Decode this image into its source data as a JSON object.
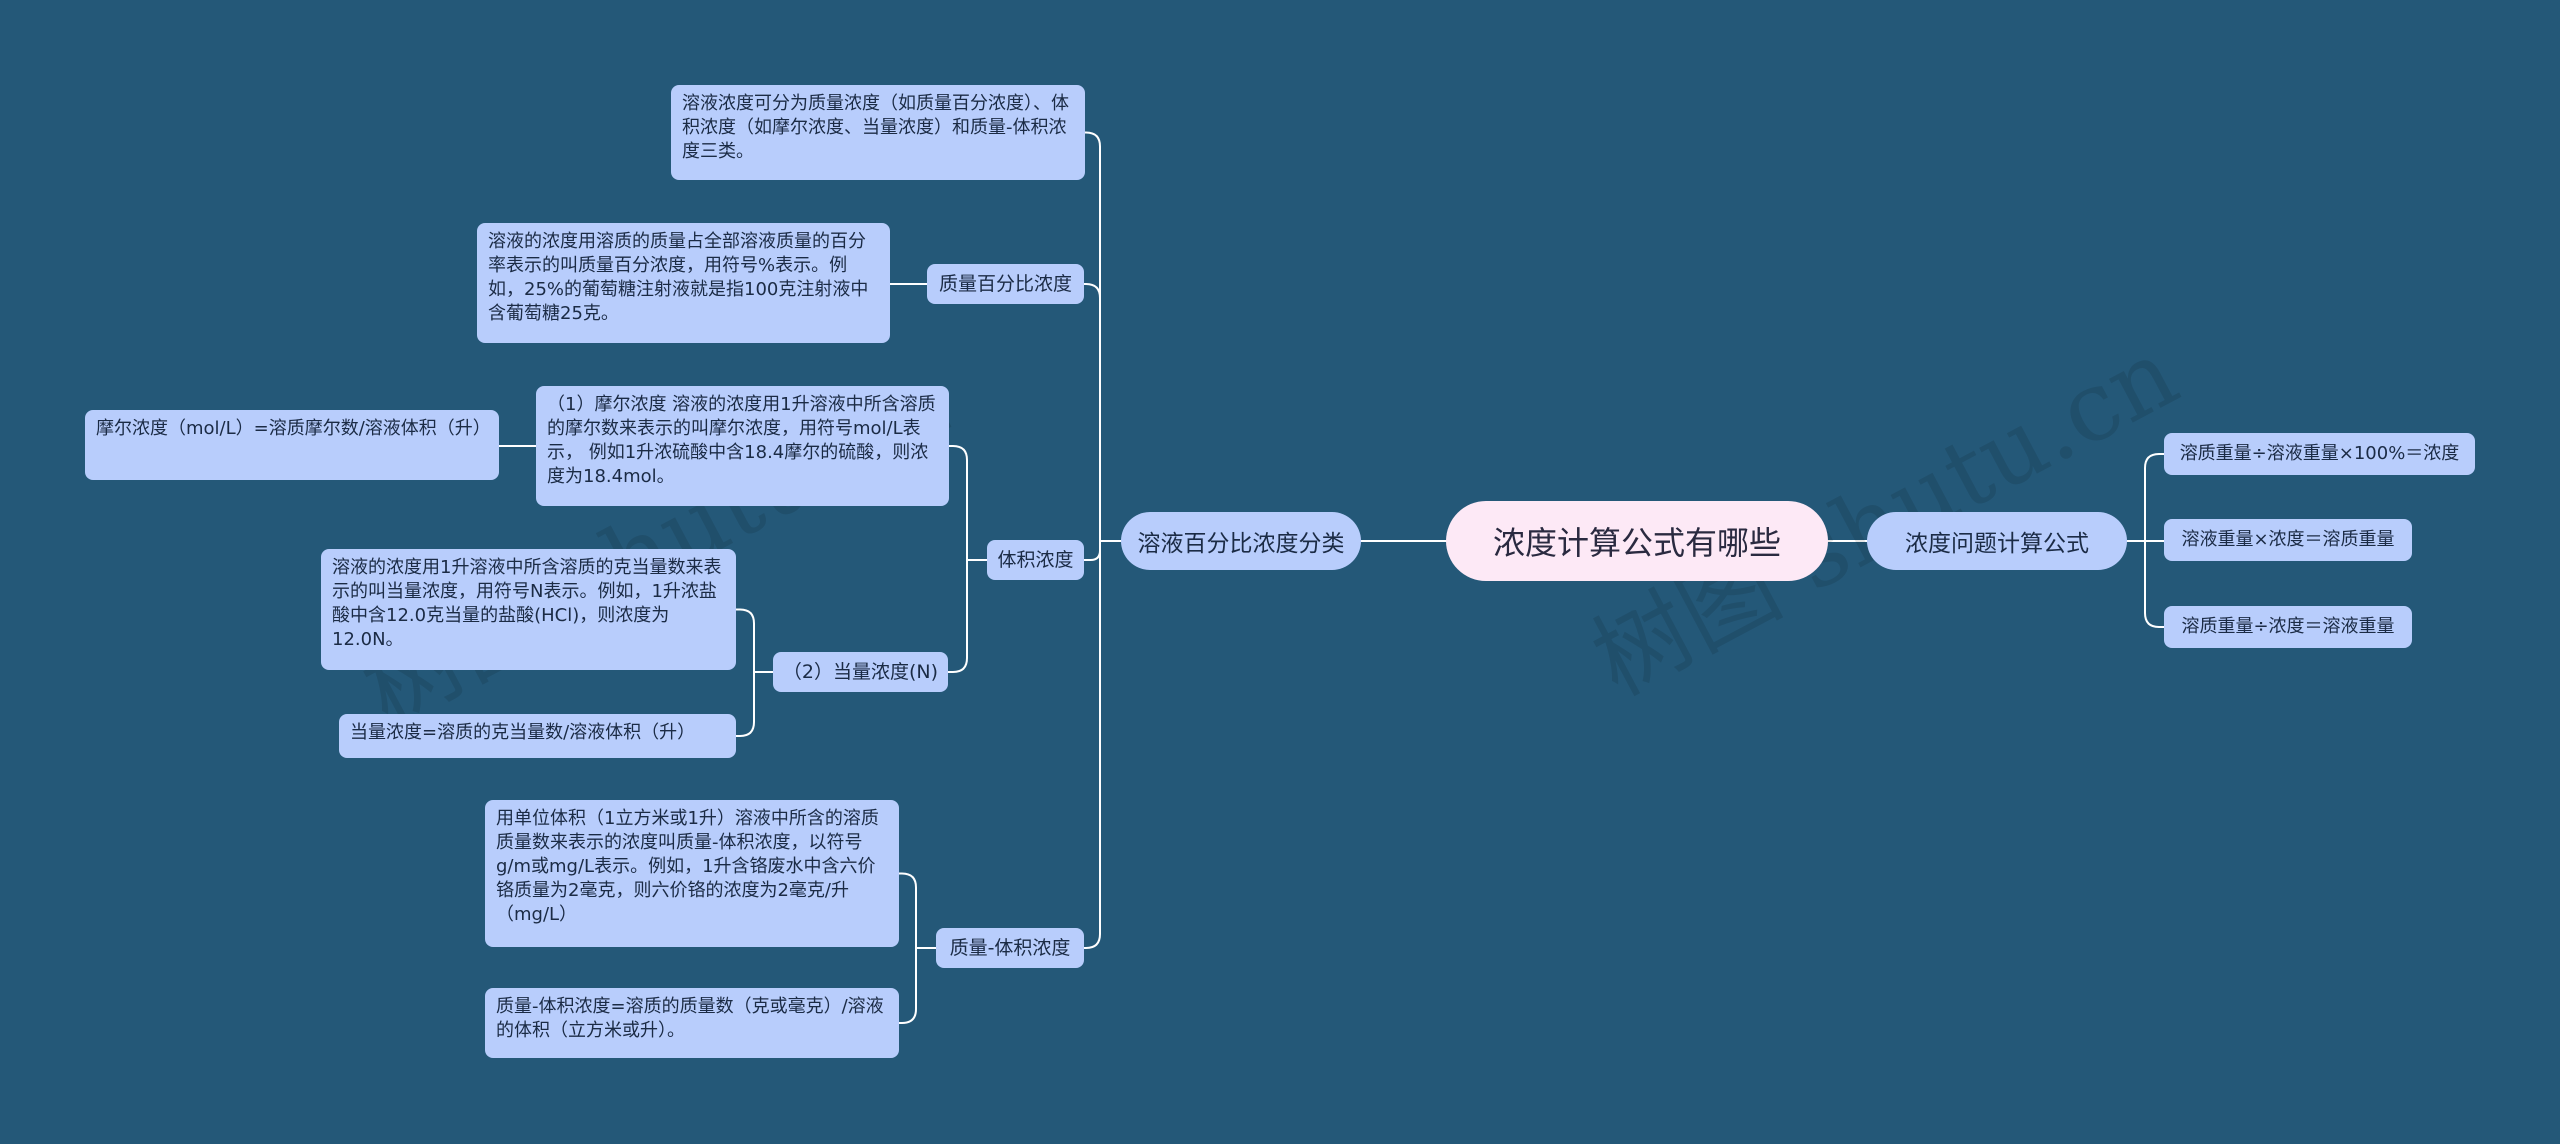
{
  "root": {
    "label": "浓度计算公式有哪些"
  },
  "left_branch": {
    "label": "溶液百分比浓度分类",
    "intro": "溶液浓度可分为质量浓度（如质量百分浓度）、体积浓度（如摩尔浓度、当量浓度）和质量-体积浓度三类。",
    "mass_percent": {
      "label": "质量百分比浓度",
      "desc": "溶液的浓度用溶质的质量占全部溶液质量的百分率表示的叫质量百分浓度，用符号%表示。例如，25%的葡萄糖注射液就是指100克注射液中含葡萄糖25克。"
    },
    "volume": {
      "label": "体积浓度",
      "molar": {
        "desc": "（1）摩尔浓度 溶液的浓度用1升溶液中所含溶质的摩尔数来表示的叫摩尔浓度，用符号mol/L表示， 例如1升浓硫酸中含18.4摩尔的硫酸，则浓度为18.4mol。",
        "formula": "摩尔浓度（mol/L）=溶质摩尔数/溶液体积（升）"
      },
      "normal": {
        "label": "（2）当量浓度(N)",
        "desc": "溶液的浓度用1升溶液中所含溶质的克当量数来表示的叫当量浓度，用符号N表示。例如，1升浓盐酸中含12.0克当量的盐酸(HCl)，则浓度为12.0N。",
        "formula": "当量浓度=溶质的克当量数/溶液体积（升）"
      }
    },
    "mass_volume": {
      "label": "质量-体积浓度",
      "desc": "用单位体积（1立方米或1升）溶液中所含的溶质质量数来表示的浓度叫质量-体积浓度，以符号g/m或mg/L表示。例如，1升含铬废水中含六价铬质量为2毫克，则六价铬的浓度为2毫克/升（mg/L）",
      "formula": "质量-体积浓度=溶质的质量数（克或毫克）/溶液的体积（立方米或升）。"
    }
  },
  "right_branch": {
    "label": "浓度问题计算公式",
    "items": [
      "溶质重量÷溶液重量×100%＝浓度",
      "溶液重量×浓度＝溶质重量",
      "溶质重量÷浓度＝溶液重量"
    ]
  },
  "watermarks": [
    "树图 shutu.cn",
    "树图 shutu.cn"
  ],
  "colors": {
    "background": "#245878",
    "node_fill": "#b8cdfc",
    "root_fill": "#fde9f6",
    "connector": "#ffffff"
  }
}
